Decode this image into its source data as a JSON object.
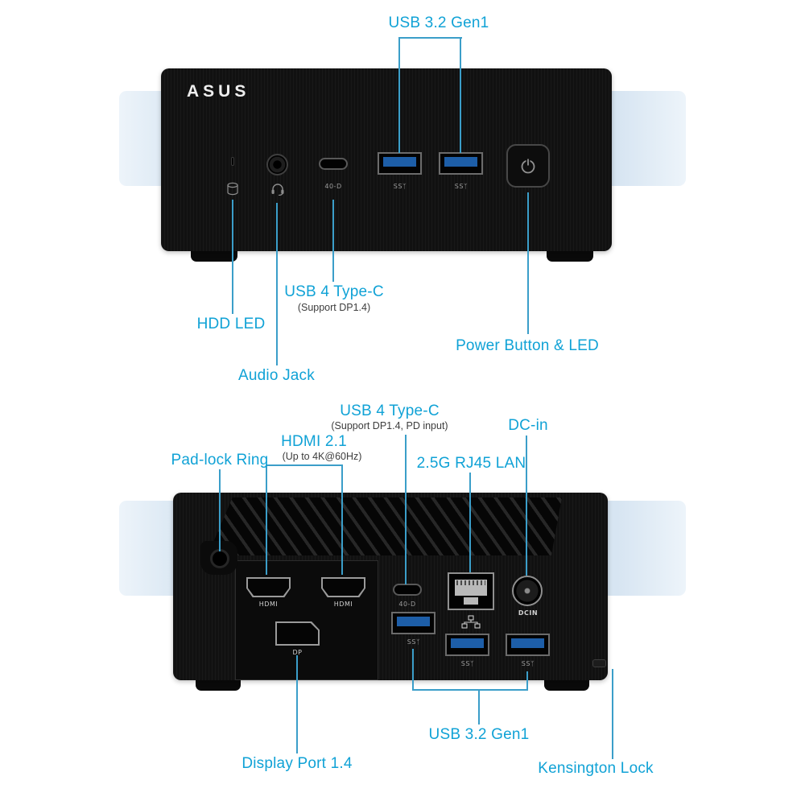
{
  "colors": {
    "accent_text": "#10a2d6",
    "leader_line": "#3b9ec9",
    "backdrop_blue": "#d7e5f2",
    "usb_port_blue": "#1d5ea8",
    "device_black": "#111111"
  },
  "front": {
    "brand": "ASUS",
    "labels": {
      "usb32": "USB 3.2 Gen1",
      "usb4": "USB 4 Type-C",
      "usb4_sub": "(Support DP1.4)",
      "hdd": "HDD LED",
      "audio": "Audio Jack",
      "power": "Power Button & LED"
    },
    "marks": {
      "usbc": "40-D",
      "ss1": "SSᛉ",
      "ss2": "SSᛉ"
    }
  },
  "rear": {
    "labels": {
      "usb4": "USB 4 Type-C",
      "usb4_sub": "(Support DP1.4, PD input)",
      "dcin": "DC-in",
      "hdmi": "HDMI 2.1",
      "hdmi_sub": "(Up to 4K@60Hz)",
      "padlock": "Pad-lock Ring",
      "lan": "2.5G RJ45 LAN",
      "dp": "Display Port 1.4",
      "usb32": "USB 3.2 Gen1",
      "kensington": "Kensington Lock"
    },
    "marks": {
      "hdmi1": "HDMI",
      "hdmi2": "HDMI",
      "dp": "DP",
      "dcin": "DCIN",
      "usbc": "40-D",
      "ss1": "SSᛉ",
      "ss2": "SSᛉ",
      "ss3": "SSᛉ"
    }
  }
}
